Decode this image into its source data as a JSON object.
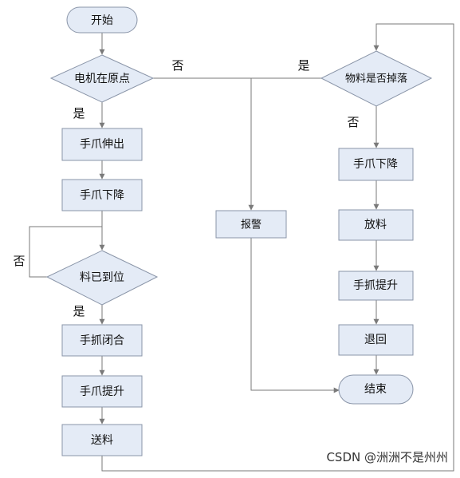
{
  "colors": {
    "node_fill": "#e4ebf6",
    "node_stroke": "#8a95a8",
    "edge": "#7a7a7a",
    "background": "#ffffff"
  },
  "nodes": {
    "start": "开始",
    "motor_home": "电机在原点",
    "claw_extend": "手爪伸出",
    "claw_lower_1": "手爪下降",
    "material_in_place": "料已到位",
    "claw_close": "手抓闭合",
    "claw_raise_1": "手爪提升",
    "feed": "送料",
    "alarm": "报警",
    "material_dropped": "物料是否掉落",
    "claw_lower_2": "手爪下降",
    "release": "放料",
    "claw_raise_2": "手抓提升",
    "retract": "退回",
    "end": "结束"
  },
  "labels": {
    "motor_yes": "是",
    "motor_no": "否",
    "branch_yes": "是",
    "dropped_no": "否",
    "in_place_no": "否",
    "in_place_yes": "是"
  },
  "watermark": "CSDN @洲洲不是州州"
}
